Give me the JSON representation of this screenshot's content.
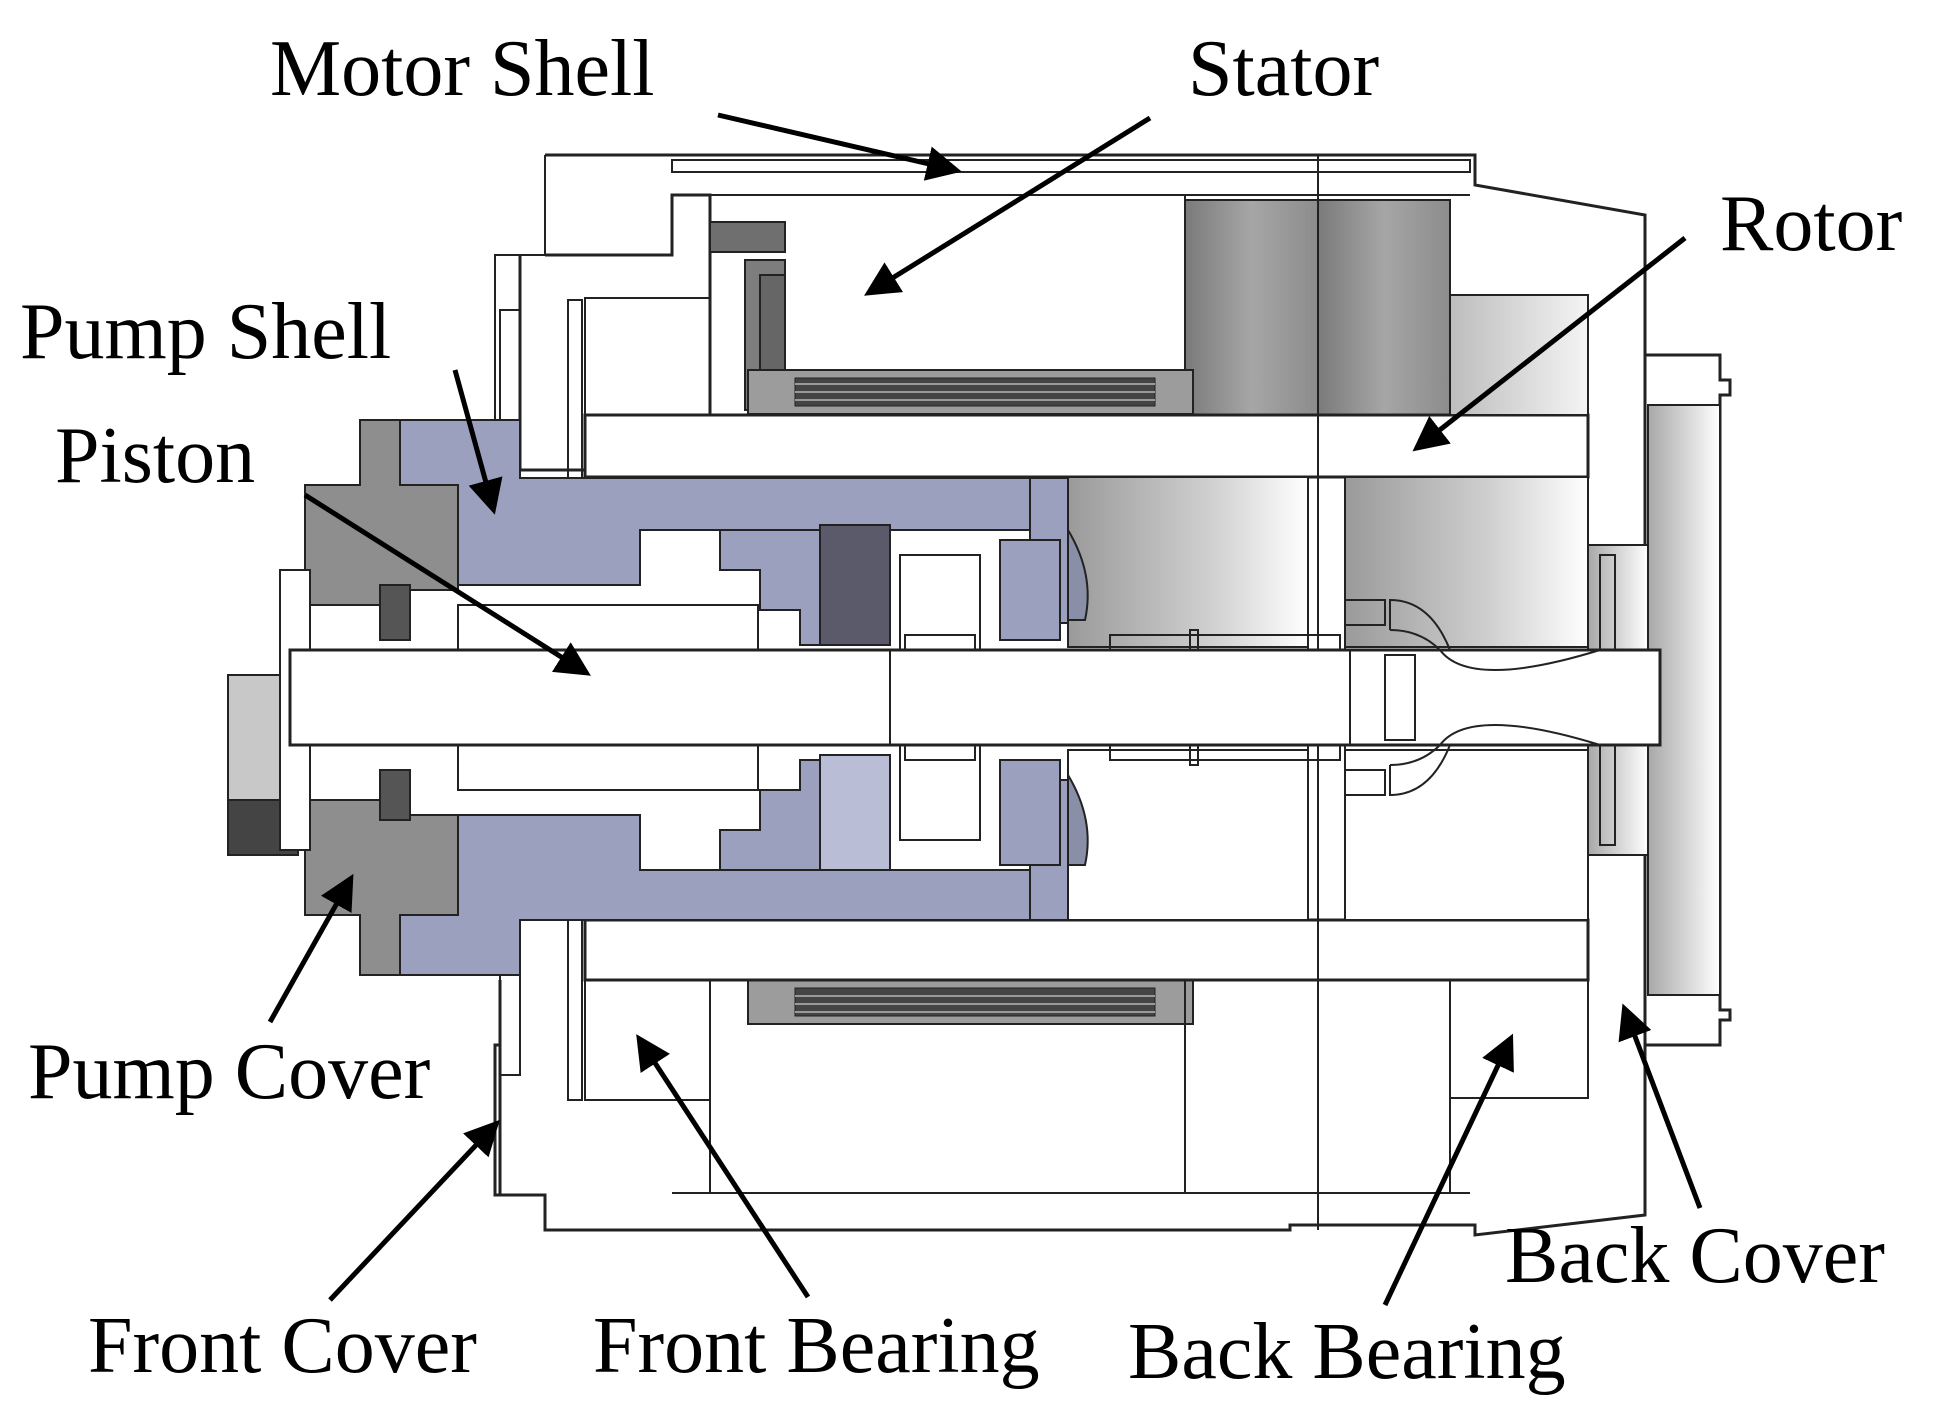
{
  "labels": {
    "motor_shell": "Motor Shell",
    "stator": "Stator",
    "rotor": "Rotor",
    "pump_shell": "Pump Shell",
    "piston": "Piston",
    "pump_cover": "Pump Cover",
    "front_cover": "Front Cover",
    "front_bearing": "Front Bearing",
    "back_bearing": "Back Bearing",
    "back_cover": "Back Cover"
  },
  "colors": {
    "pump_shell": "#9aa0be",
    "pump_shell_light": "#b9bdd6",
    "pump_cover": "#8e8e8e",
    "dark_part": "#555555",
    "stator_gray": "#8a8a8a",
    "outline": "#222222",
    "background": "#ffffff"
  }
}
